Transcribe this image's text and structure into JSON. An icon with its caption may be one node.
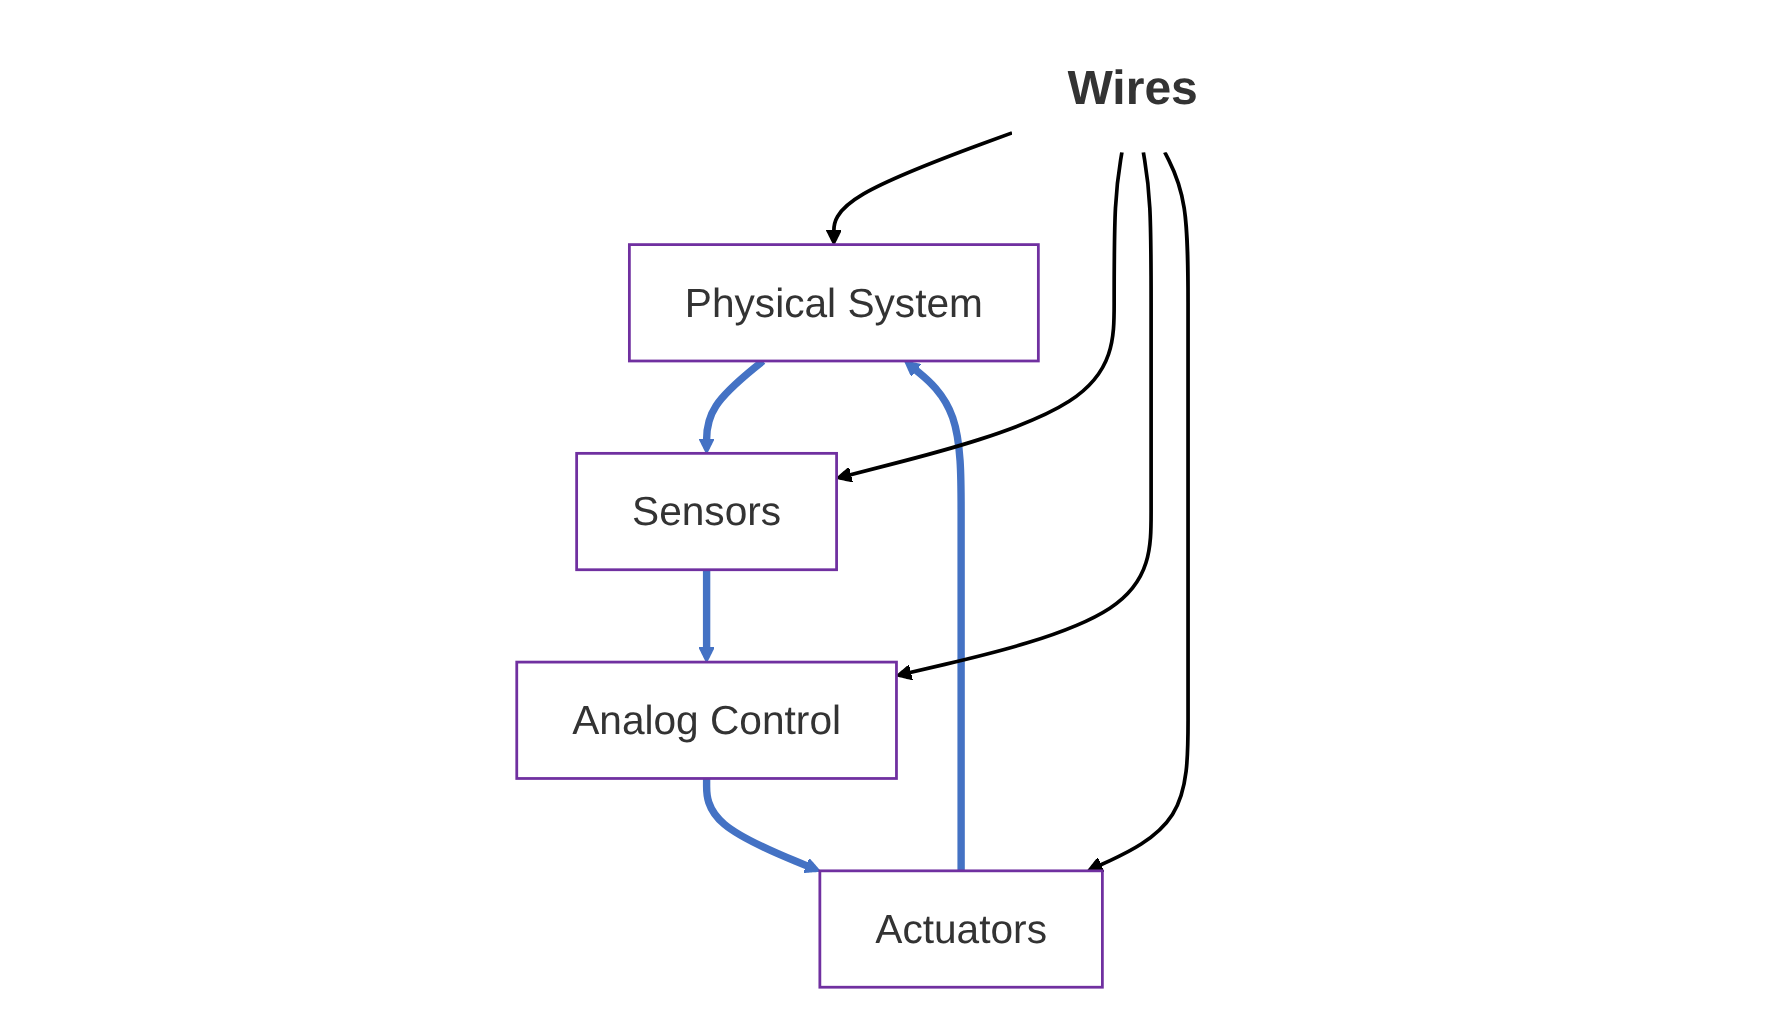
{
  "diagram": {
    "nodes": [
      {
        "text": [
          "Physical System"
        ]
      },
      {
        "text": [
          "Sensors"
        ]
      },
      {
        "text": [
          "Analog Control"
        ]
      },
      {
        "text": [
          "Actuators"
        ]
      },
      {
        "text": [
          "Wires"
        ]
      }
    ],
    "edges": [
      {
        "from": 3,
        "to": 0,
        "arrow": "to",
        "style": "thick",
        "color": "#4472c4"
      },
      {
        "from": 0,
        "to": 1,
        "arrow": "to",
        "style": "thick",
        "color": "#4472c4"
      },
      {
        "from": 1,
        "to": 2,
        "arrow": "to",
        "style": "thick",
        "color": "#4472c4"
      },
      {
        "from": 2,
        "to": 3,
        "arrow": "to",
        "style": "thick",
        "color": "#4472c4"
      },
      {
        "from": 4,
        "to": 0,
        "arrow": "to",
        "color": "#000000"
      },
      {
        "from": 4,
        "to": 1,
        "arrow": "to",
        "color": "#000000"
      },
      {
        "from": 4,
        "to": 2,
        "arrow": "to",
        "color": "#000000"
      },
      {
        "from": 4,
        "to": 3,
        "arrow": "to",
        "color": "#000000"
      }
    ]
  }
}
